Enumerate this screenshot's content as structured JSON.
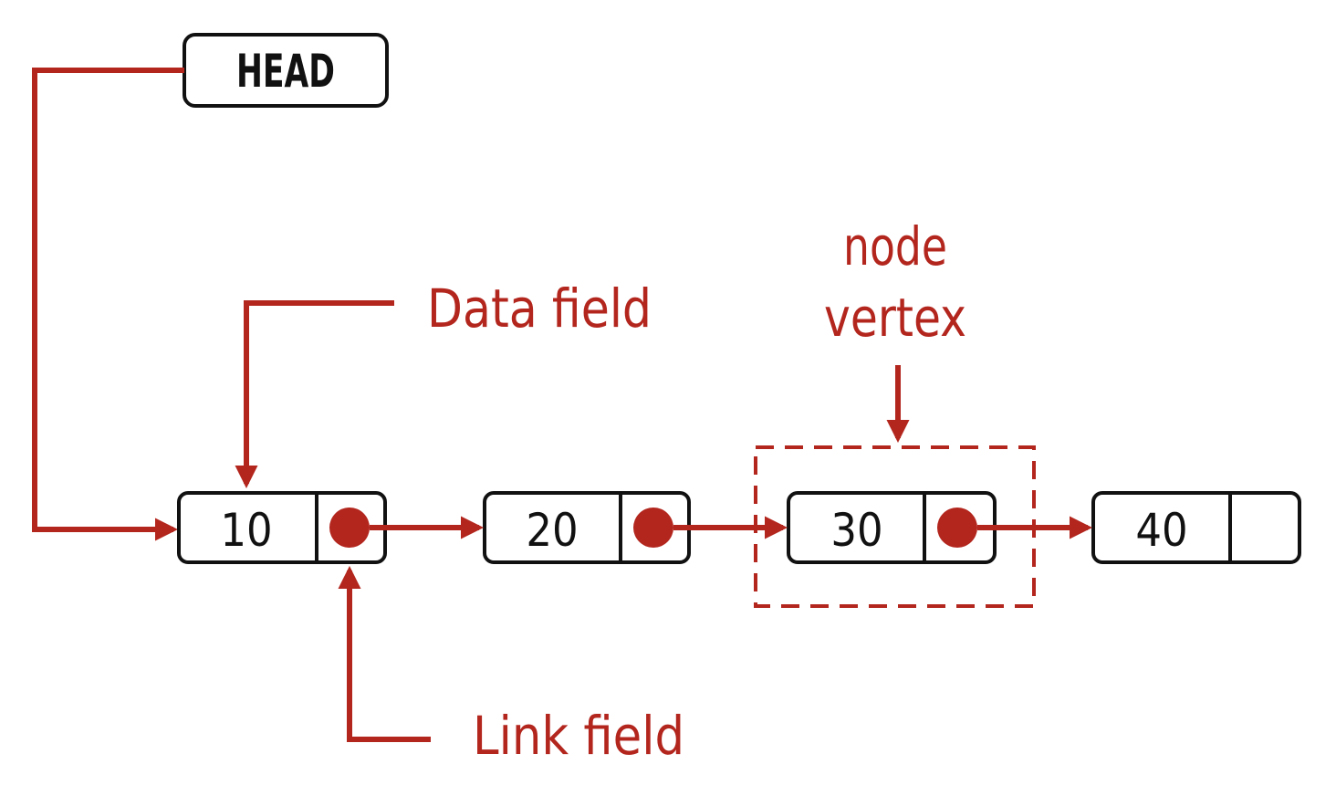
{
  "head_label": "HEAD",
  "nodes": [
    {
      "value": "10",
      "has_link": true
    },
    {
      "value": "20",
      "has_link": true
    },
    {
      "value": "30",
      "has_link": true
    },
    {
      "value": "40",
      "has_link": false
    }
  ],
  "annotations": {
    "data_field": "Data field",
    "link_field": "Link field",
    "node_line1": "node",
    "node_line2": "vertex"
  },
  "colors": {
    "accent": "#b3261e",
    "outline": "#111111"
  }
}
